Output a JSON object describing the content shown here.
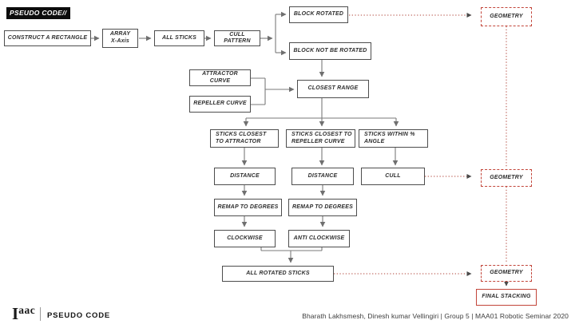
{
  "slide": {
    "tag": "PSEUDO CODE//",
    "footer": {
      "logo_i": "I",
      "logo_aac": "aac",
      "section": "PSEUDO CODE",
      "credits": "Bharath Lakhsmesh, Dinesh kumar Vellingiri | Group 5 | MAA01 Robotic Seminar 2020"
    }
  },
  "colors": {
    "accent_red": "#c2453a",
    "connector_gray": "#767676",
    "box_border": "#4d4d4d"
  },
  "flowchart": {
    "nodes": {
      "construct": "CONSTRUCT A RECTANGLE",
      "array_line1": "ARRAY",
      "array_line2": "X-Axis",
      "all_sticks": "ALL STICKS",
      "cull_pattern": "CULL PATTERN",
      "block_rotated": "BLOCK ROTATED",
      "block_not_rotated": "BLOCK NOT BE ROTATED",
      "attractor_curve": "ATTRACTOR CURVE",
      "repeller_curve": "REPELLER CURVE",
      "closest_range": "CLOSEST RANGE",
      "sticks_closest_attractor": "STICKS CLOSEST TO ATTRACTOR",
      "sticks_closest_repeller": "STICKS CLOSEST TO REPELLER CURVE",
      "sticks_within_angle": "STICKS WITHIN % ANGLE",
      "distance_1": "DISTANCE",
      "distance_2": "DISTANCE",
      "cull": "CULL",
      "remap_1": "REMAP TO DEGREES",
      "remap_2": "REMAP TO DEGREES",
      "clockwise": "CLOCKWISE",
      "anti_clockwise": "ANTI CLOCKWISE",
      "all_rotated_sticks": "ALL ROTATED STICKS",
      "geometry_1": "GEOMETRY",
      "geometry_2": "GEOMETRY",
      "geometry_3": "GEOMETRY",
      "final_stacking": "FINAL STACKING"
    }
  }
}
